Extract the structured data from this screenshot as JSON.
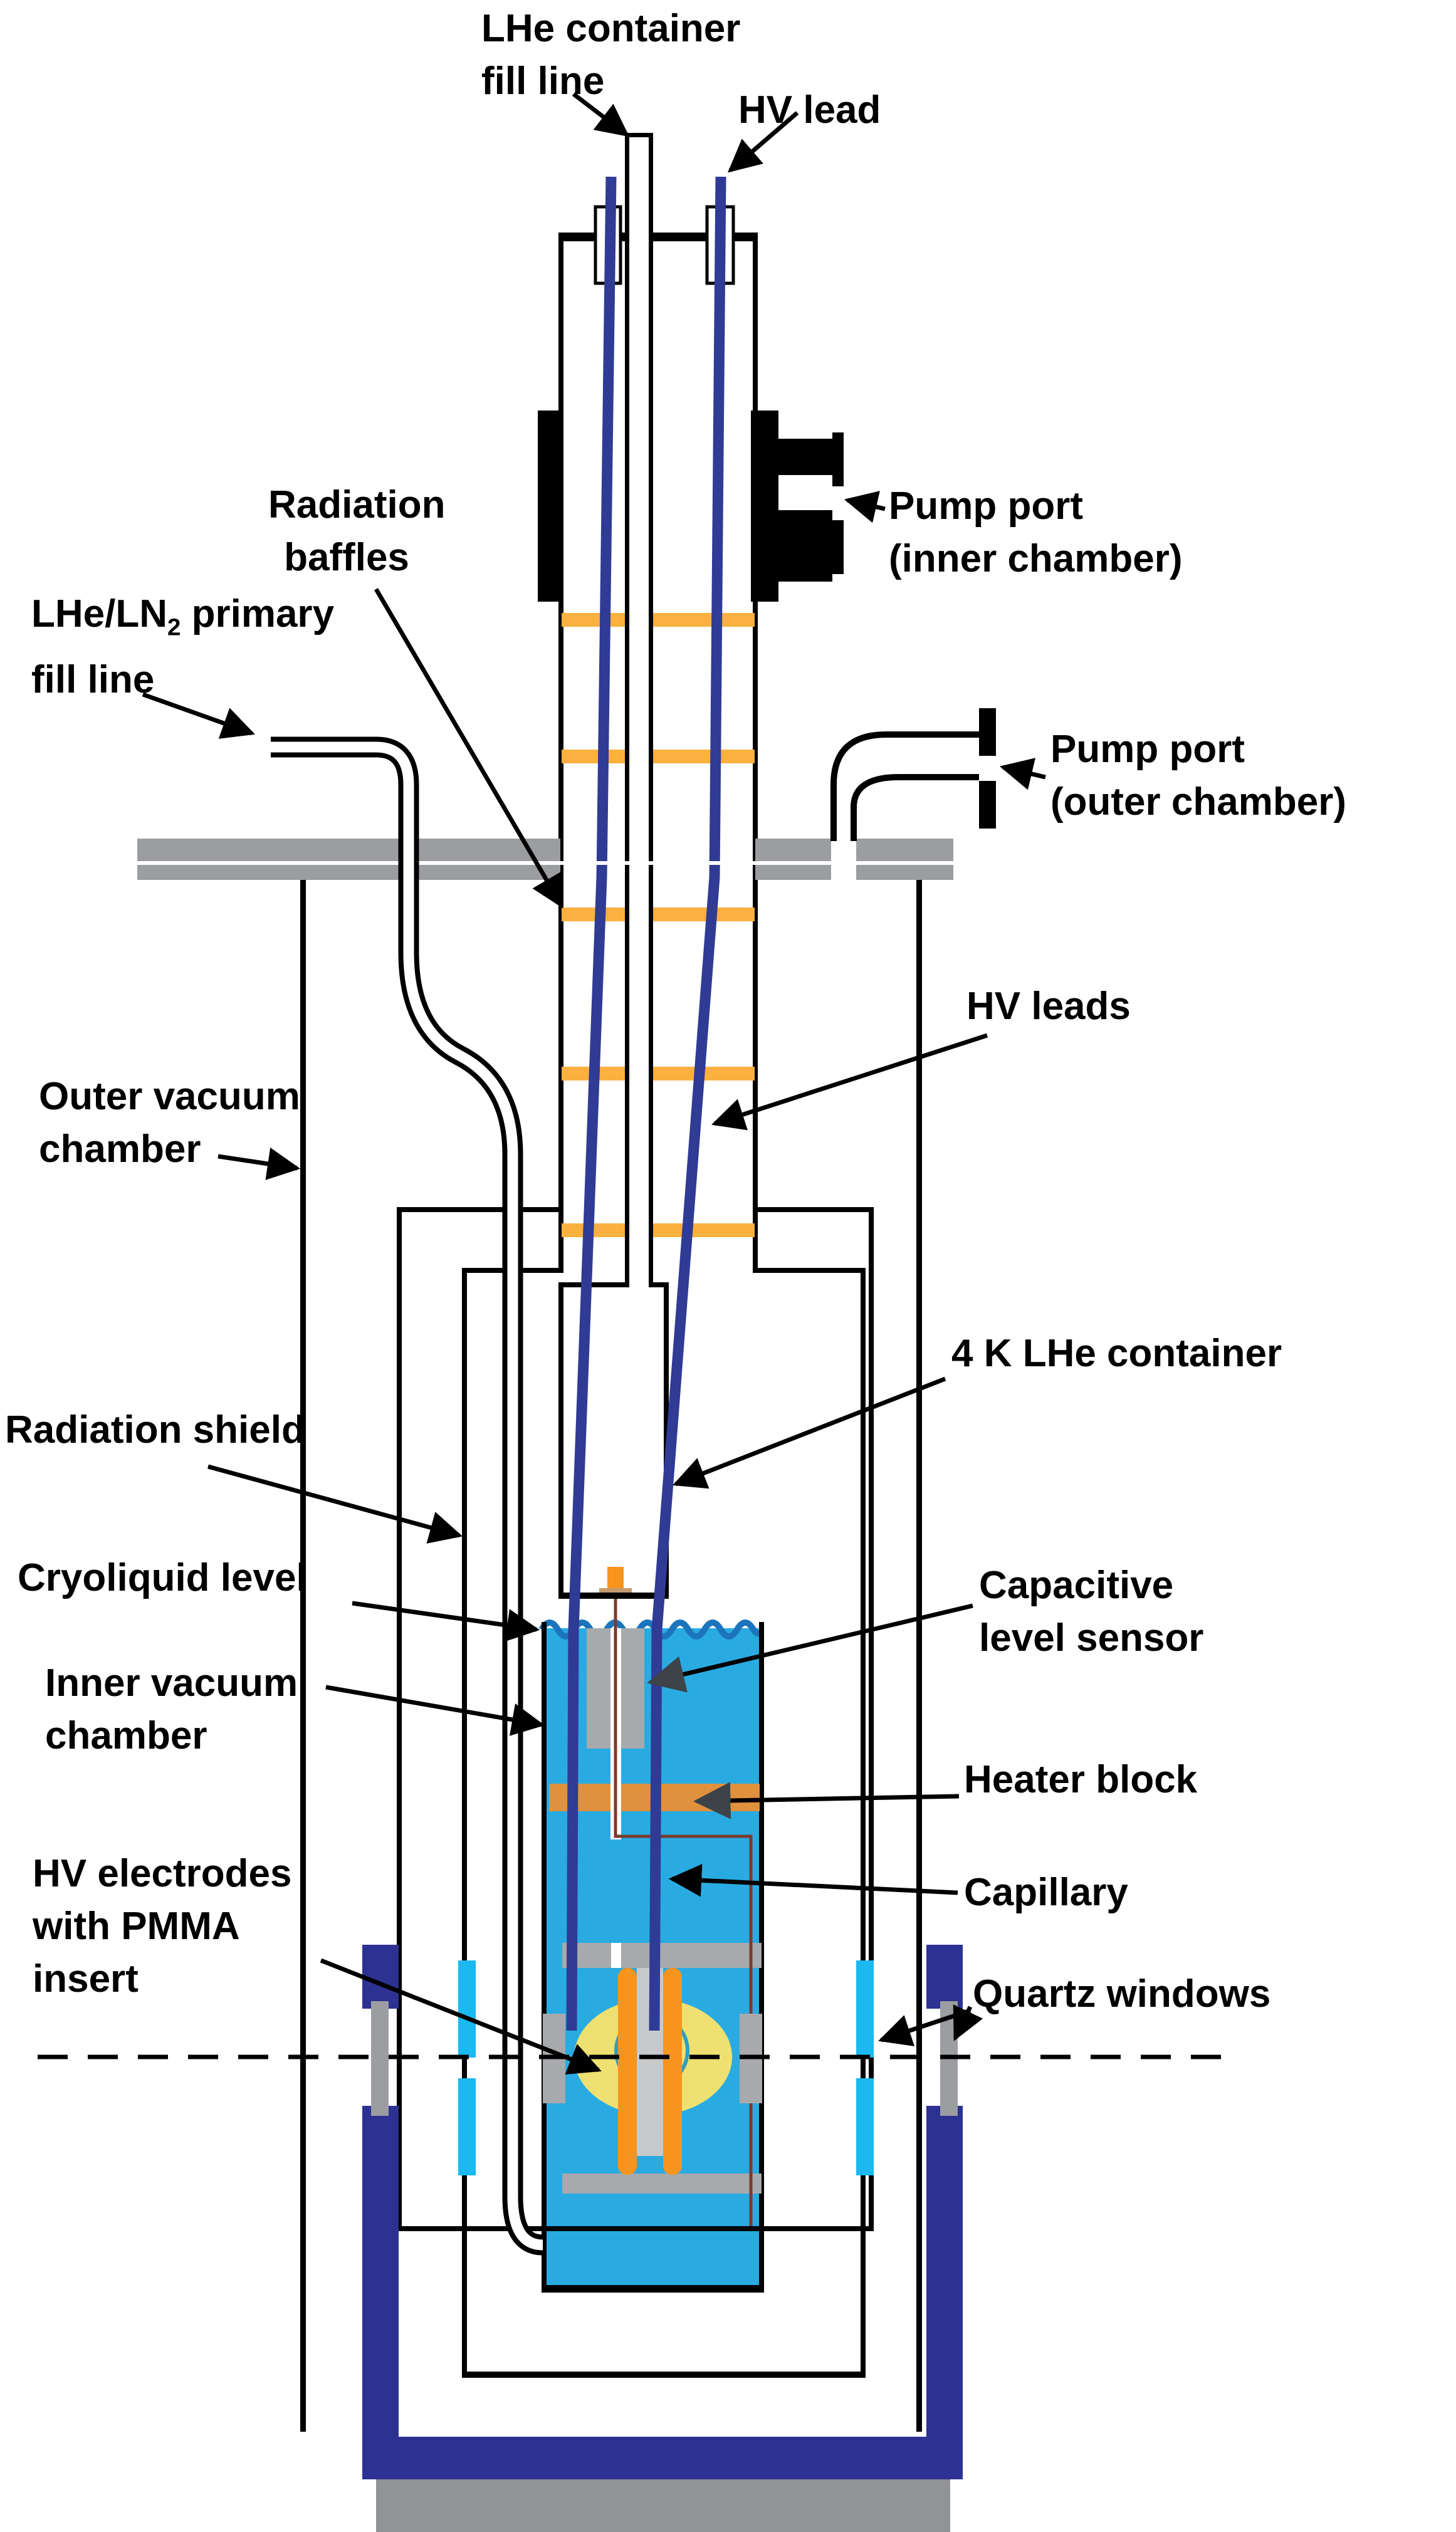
{
  "title": "Cryostat apparatus schematic",
  "labels": {
    "lhe_fill": {
      "lines": [
        "LHe container",
        "fill line"
      ]
    },
    "hv_lead": {
      "lines": [
        "HV lead"
      ]
    },
    "radiation_baffles": {
      "lines": [
        "Radiation",
        "baffles"
      ]
    },
    "pump_inner": {
      "lines": [
        "Pump port",
        "(inner chamber)"
      ]
    },
    "lhe_ln2_fill": {
      "pre": "LHe/LN",
      "sub": "2",
      "post": " primary",
      "line2": "fill line"
    },
    "pump_outer": {
      "lines": [
        "Pump port",
        "(outer chamber)"
      ]
    },
    "hv_leads": {
      "lines": [
        "HV leads"
      ]
    },
    "outer_vacuum": {
      "lines": [
        "Outer vacuum",
        "chamber"
      ]
    },
    "lhe_container_4k": {
      "lines": [
        "4 K LHe container"
      ]
    },
    "radiation_shield": {
      "lines": [
        "Radiation shield"
      ]
    },
    "cryoliquid": {
      "lines": [
        "Cryoliquid level"
      ]
    },
    "capacitive": {
      "lines": [
        "Capacitive",
        "level sensor"
      ]
    },
    "inner_vacuum": {
      "lines": [
        "Inner vacuum",
        "chamber"
      ]
    },
    "heater_block": {
      "lines": [
        "Heater block"
      ]
    },
    "capillary": {
      "lines": [
        "Capillary"
      ]
    },
    "hv_electrodes": {
      "lines": [
        "HV electrodes",
        "with PMMA",
        "insert"
      ]
    },
    "quartz_windows": {
      "lines": [
        "Quartz windows"
      ]
    }
  },
  "colors": {
    "ink": "#000000",
    "indigo": "#2d3191",
    "lead-blue": "#2f3b94",
    "cyan": "#29abe2",
    "wave-blue": "#1c75bc",
    "window-cyan": "#1cb8f0",
    "baffle-orange": "#fbb040",
    "heater-orange": "#e0913d",
    "rod-orange": "#f7941d",
    "tan": "#c49a6e",
    "gray": "#a7a9ac",
    "flange-gray": "#9b9da0",
    "base-gray": "#919396",
    "pmma-gray": "#c7c9cb",
    "yellow": "#efe171",
    "teal": "#2e9fc0",
    "capillary-brown": "#7b3b2c",
    "dark-arrow": "#3d4348"
  }
}
